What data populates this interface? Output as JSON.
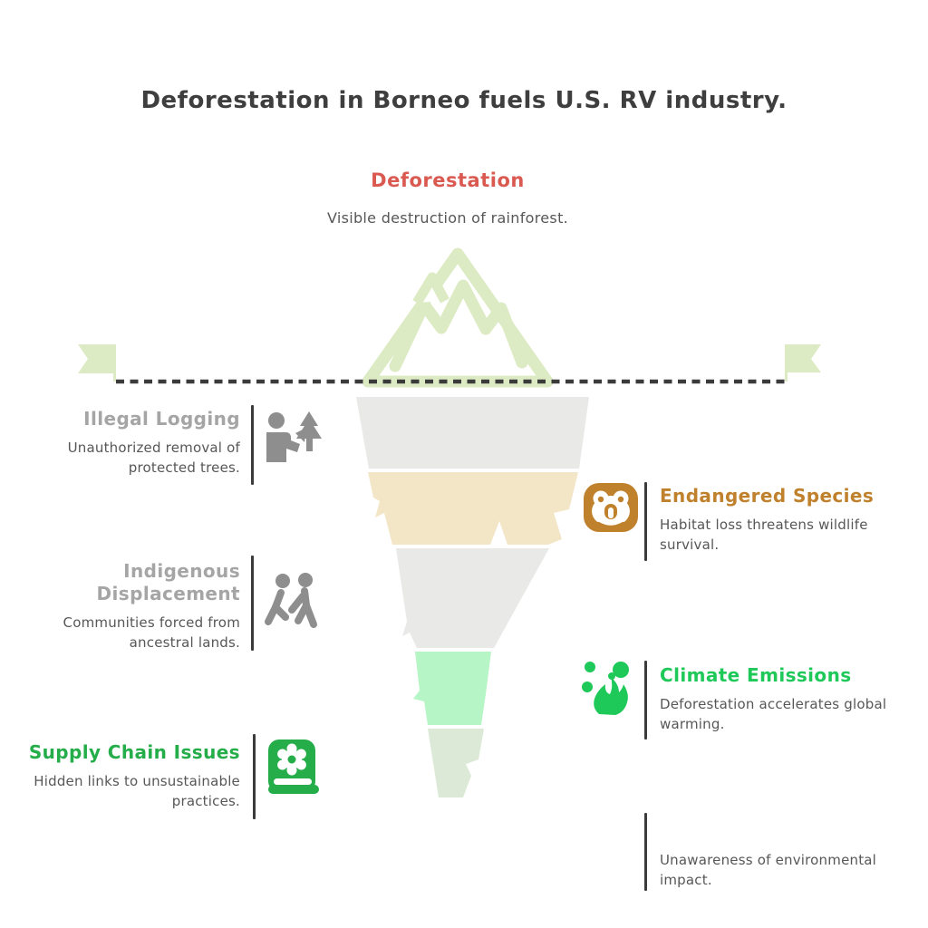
{
  "title": "Deforestation in Borneo fuels U.S. RV industry.",
  "surface": {
    "label": "Deforestation",
    "description": "Visible destruction of rainforest.",
    "label_color": "#da5a52"
  },
  "left_items": [
    {
      "label": "Illegal Logging",
      "description": "Unauthorized removal of\nprotected trees.",
      "icon": "logging-person-tree-icon",
      "label_color": "#a5a5a5"
    },
    {
      "label": "Indigenous\nDisplacement",
      "description": "Communities forced from\nancestral lands.",
      "icon": "walking-people-icon",
      "label_color": "#a5a5a5"
    },
    {
      "label": "Supply Chain Issues",
      "description": "Hidden links to unsustainable\npractices.",
      "icon": "book-gear-icon",
      "label_color": "#24ad49"
    }
  ],
  "right_items": [
    {
      "label": "Endangered Species",
      "description": "Habitat loss threatens wildlife\nsurvival.",
      "icon": "monkey-icon",
      "label_color": "#c0812c"
    },
    {
      "label": "Climate Emissions",
      "description": "Deforestation accelerates global\nwarming.",
      "icon": "emissions-flame-icon",
      "label_color": "#1ec959"
    },
    {
      "label": "",
      "description": "Unawareness of environmental\nimpact.",
      "icon": "",
      "label_color": ""
    }
  ],
  "iceberg": {
    "mountain_color": "#dcebc3",
    "flag_color": "#dcebc3",
    "waterline_color": "#3b3b3b",
    "segment_colors": [
      "#e9e9e7",
      "#f2e6c7",
      "#e9e9e7",
      "#b6f5c5",
      "#dbe9d6"
    ]
  },
  "text_colors": {
    "title": "#3e3e3e",
    "description": "#575757",
    "muted_heading": "#a5a5a5"
  }
}
